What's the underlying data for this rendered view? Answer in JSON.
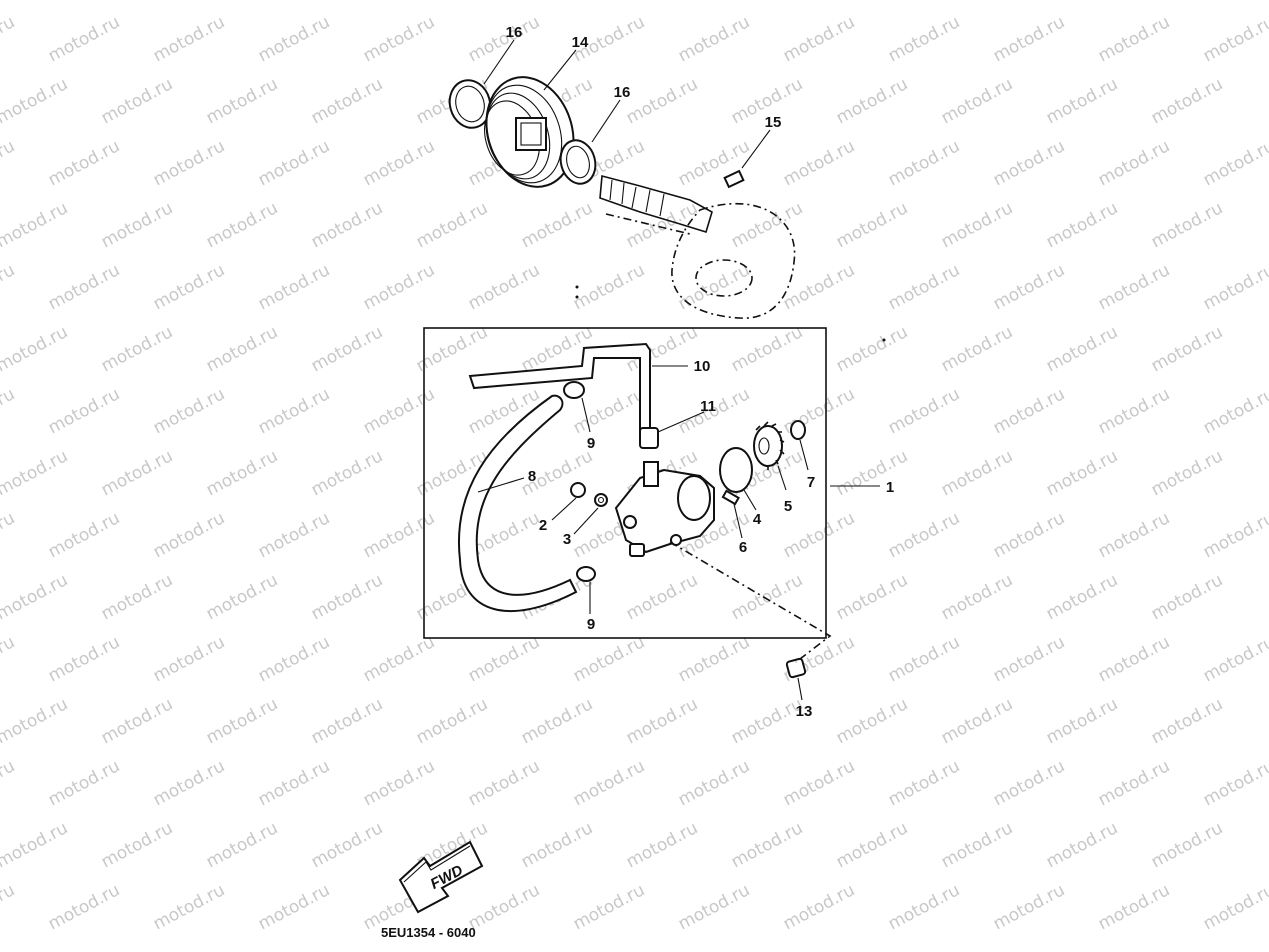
{
  "watermark": "motod.ru",
  "drawing_code": "5EU1354 - 6040",
  "fwd_label": "FWD",
  "callouts": {
    "c1": "1",
    "c2": "2",
    "c3": "3",
    "c4": "4",
    "c5": "5",
    "c6": "6",
    "c7": "7",
    "c8": "8",
    "c9a": "9",
    "c9b": "9",
    "c10": "10",
    "c11": "11",
    "c13": "13",
    "c14": "14",
    "c15": "15",
    "c16a": "16",
    "c16b": "16"
  }
}
